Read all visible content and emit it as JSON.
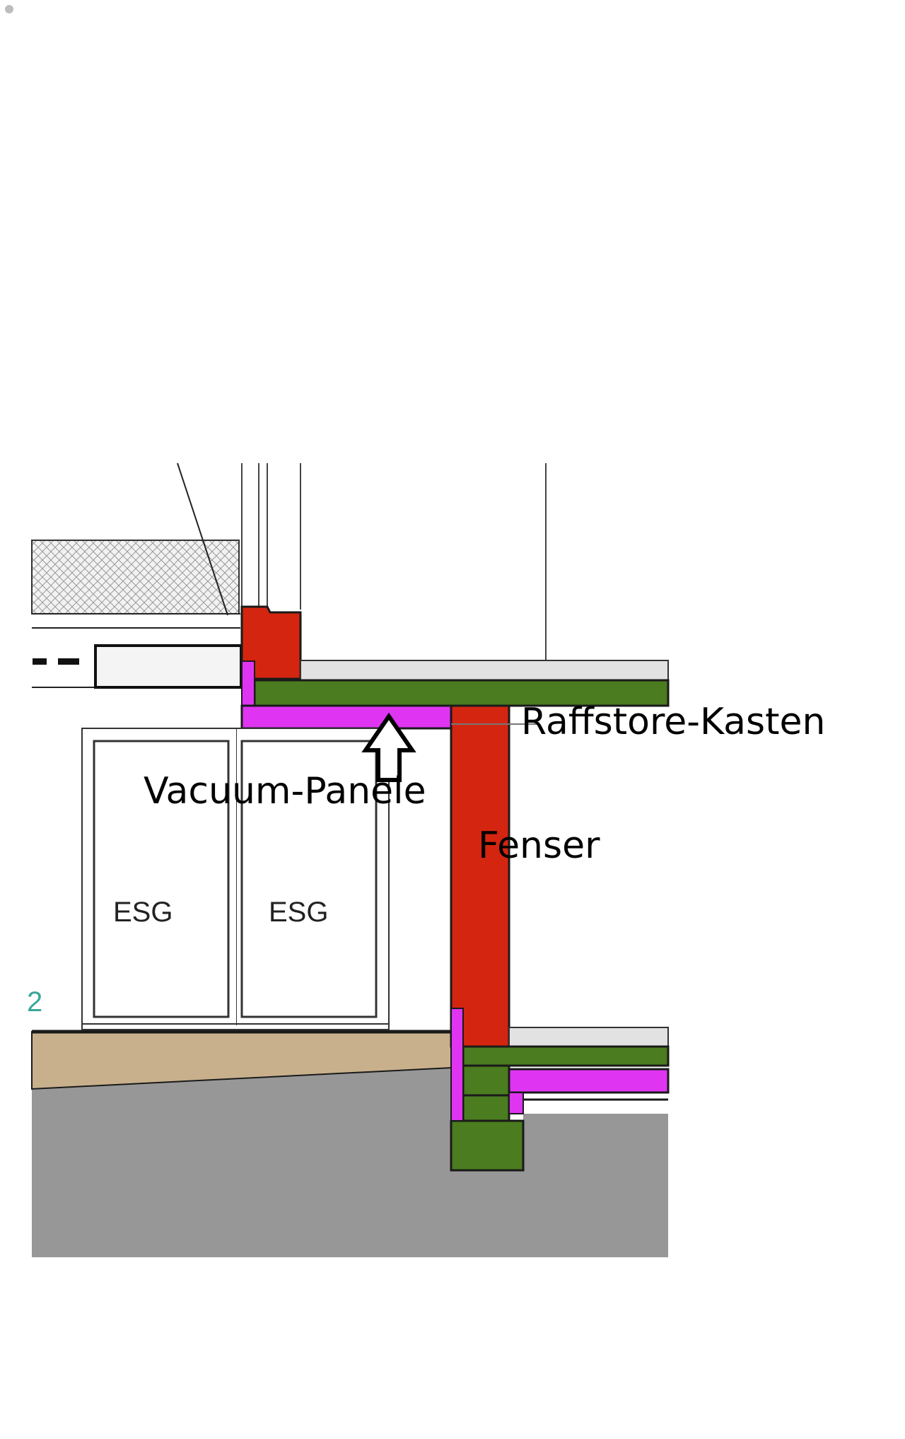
{
  "labels": {
    "raffstore": "Raffstore-Kasten",
    "vacuum": "Vacuum-Panele",
    "fenster": "Fenser",
    "esg_left": "ESG",
    "esg_right": "ESG",
    "edge_mark": "2"
  },
  "colors": {
    "window_frame": "#d42510",
    "insulation_green": "#4b7c1f",
    "vacuum_panel": "#df35f2",
    "ground": "#979797",
    "screed": "#c8b08c",
    "floor_finish": "#e2e2e2",
    "hatch": "#8a8a8a",
    "line": "#1a1a1a",
    "edge_mark": "#3aa79a"
  },
  "icons": {
    "arrow": "up-arrow-outline-icon",
    "corner_dot": "corner-dot-icon"
  }
}
